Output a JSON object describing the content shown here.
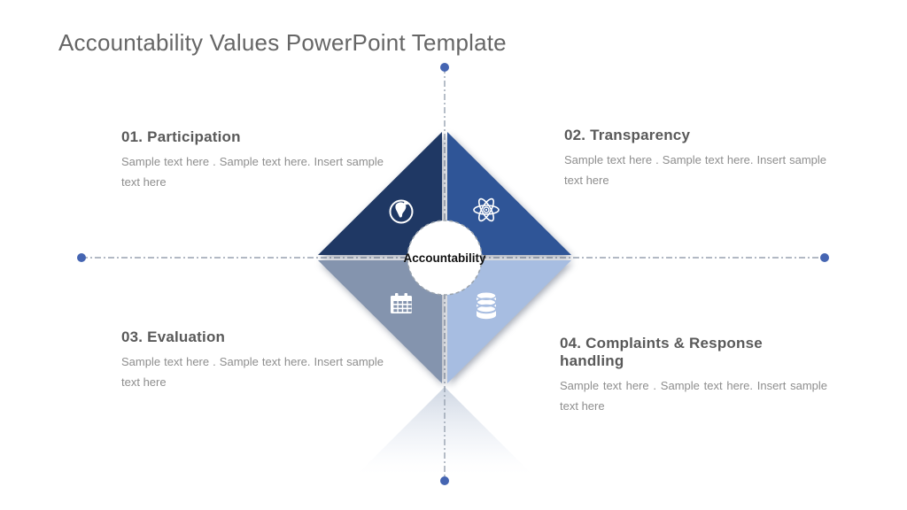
{
  "title": "Accountability Values PowerPoint Template",
  "diagram": {
    "center_label": "Accountability",
    "quadrants": [
      {
        "position": "top-left",
        "color": "#1F3864",
        "icon": "globe-icon"
      },
      {
        "position": "top-right",
        "color": "#2F5597",
        "icon": "atom-icon"
      },
      {
        "position": "bottom-left",
        "color": "#8494AE",
        "icon": "calendar-icon"
      },
      {
        "position": "bottom-right",
        "color": "#A7BDE1",
        "icon": "database-icon"
      }
    ],
    "axis_dot_color": "#4565B2",
    "axis_line_color": "#98A2B0"
  },
  "items": [
    {
      "heading": "01. Participation",
      "body": "Sample text here . Sample text here. Insert sample text here"
    },
    {
      "heading": "02. Transparency",
      "body": "Sample text here . Sample text here. Insert sample text here"
    },
    {
      "heading": "03. Evaluation",
      "body": "Sample text here . Sample text here. Insert sample text here"
    },
    {
      "heading": "04. Complaints & Response handling",
      "body": "Sample text here . Sample text here. Insert sample text here"
    }
  ],
  "colors": {
    "title_text": "#666666",
    "heading_text": "#595959",
    "body_text": "#8E8E8E",
    "center_circle_fill": "#FFFFFF",
    "center_circle_border": "#9AA3AD"
  }
}
